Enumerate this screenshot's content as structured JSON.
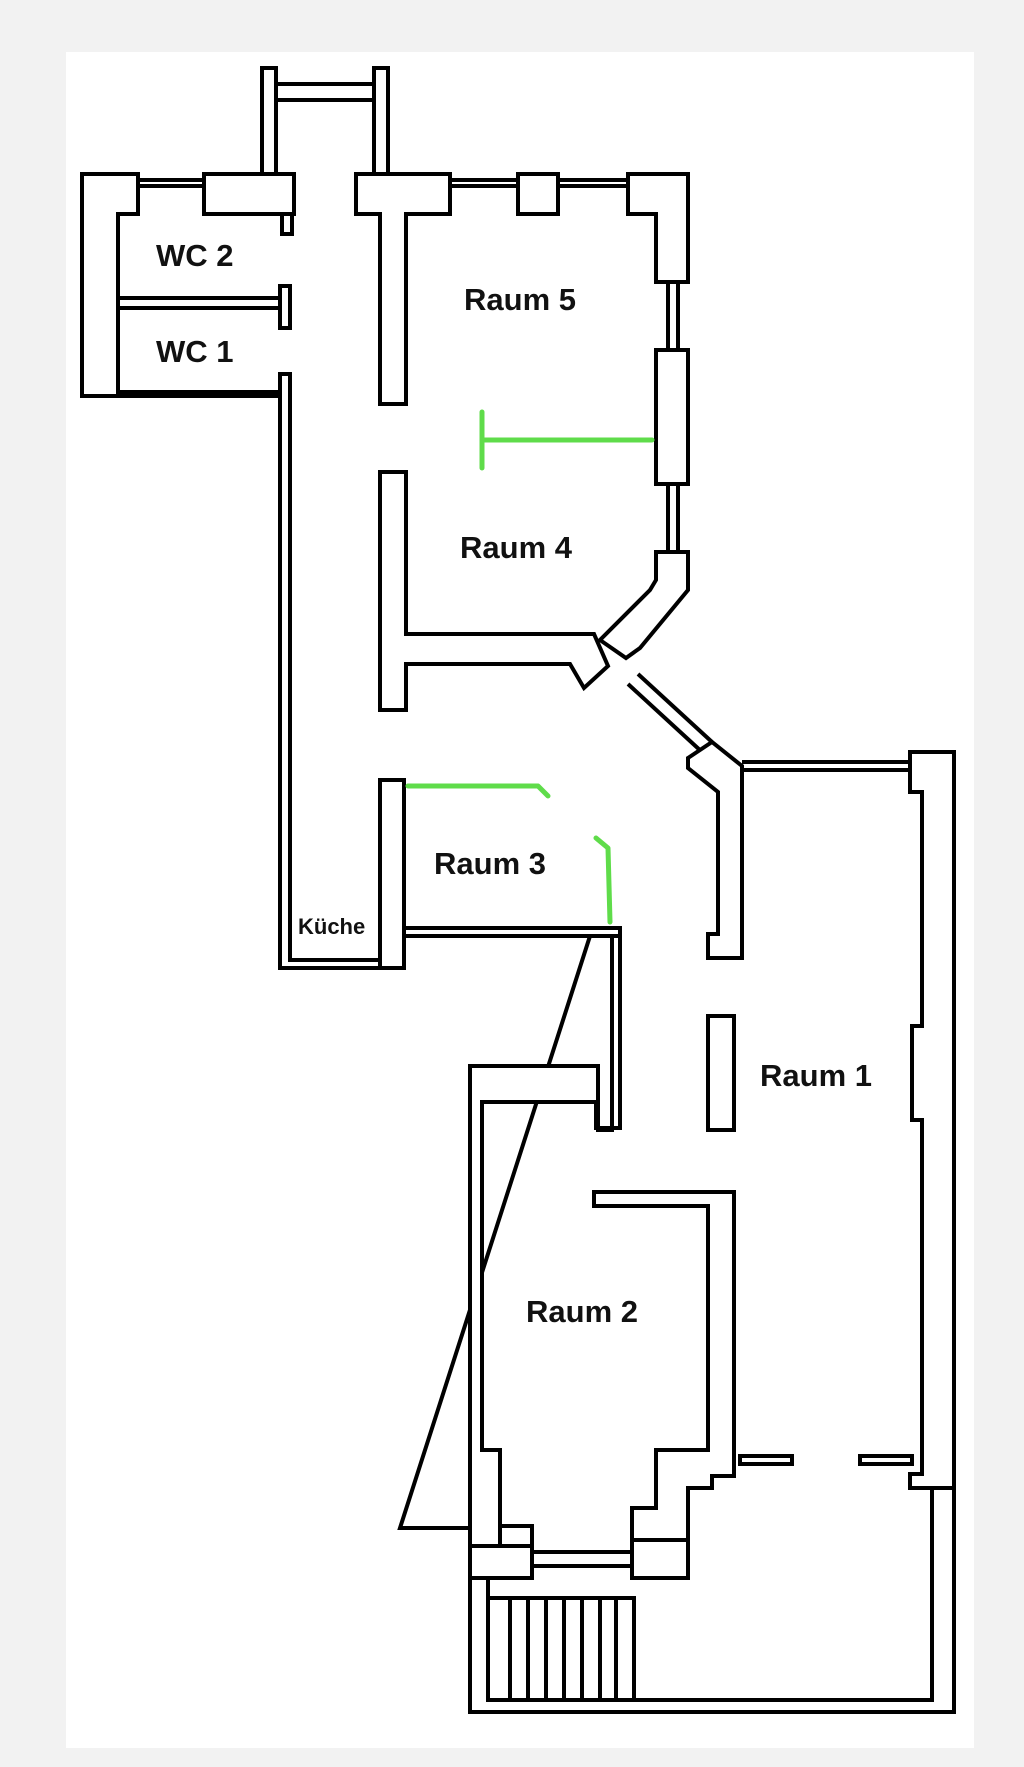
{
  "rooms": {
    "wc2": "WC 2",
    "wc1": "WC 1",
    "raum5": "Raum 5",
    "raum4": "Raum 4",
    "raum3": "Raum 3",
    "kueche": "Küche",
    "raum1": "Raum 1",
    "raum2": "Raum 2"
  },
  "colors": {
    "wall": "#000000",
    "marking": "#5fdc4a",
    "background": "#f2f2f2"
  }
}
